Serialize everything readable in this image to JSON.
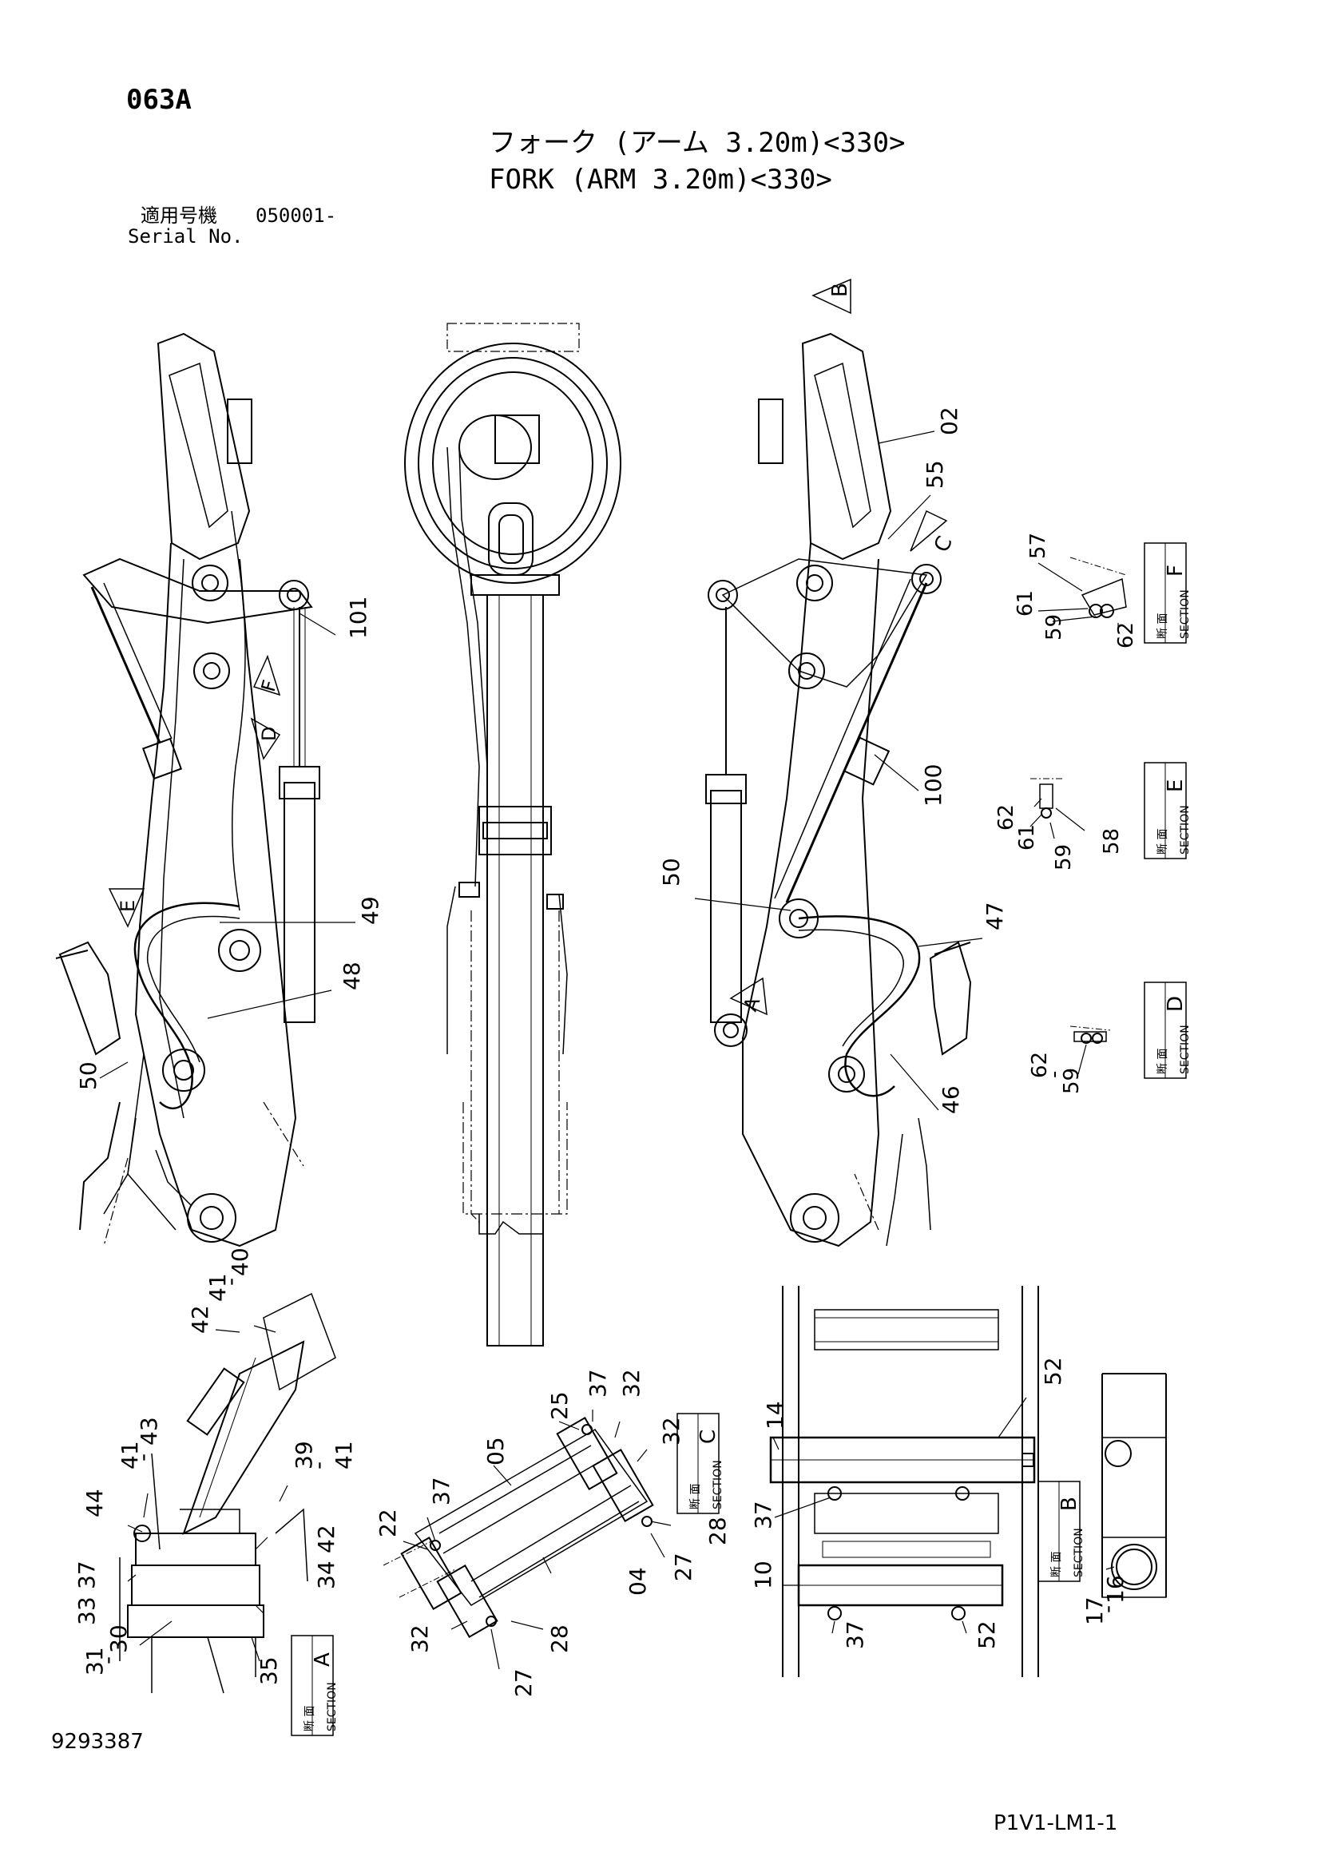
{
  "header": {
    "page_code": "063A",
    "title_jp": "フォーク (アーム 3.20m)<330>",
    "title_en": "FORK (ARM 3.20m)<330>",
    "serial_label_jp": "適用号機",
    "serial_value": "050001-",
    "serial_label_en": "Serial No."
  },
  "footer": {
    "document_number": "9293387",
    "page_reference": "P1V1-LM1-1"
  },
  "section_labels": {
    "jp": "断 面",
    "en": "SECTION",
    "A": "A",
    "B": "B",
    "C": "C",
    "D": "D",
    "E": "E",
    "F": "F"
  },
  "view_markers": [
    "A",
    "B",
    "C",
    "D",
    "E",
    "F"
  ],
  "part_callouts": {
    "left_view": [
      "101",
      "49",
      "48",
      "50"
    ],
    "right_view": [
      "02",
      "55",
      "100",
      "50",
      "47",
      "46"
    ],
    "section_f": [
      "57",
      "61",
      "59",
      "62"
    ],
    "section_e": [
      "62",
      "61",
      "59",
      "58"
    ],
    "section_d": [
      "62",
      "-",
      "59"
    ],
    "section_a": [
      "41",
      "-",
      "40",
      "42",
      "41",
      "-",
      "43",
      "39",
      "-",
      "41",
      "44",
      "42",
      "37",
      "33",
      "34",
      "31",
      "-",
      "30",
      "35"
    ],
    "section_c": [
      "05",
      "25",
      "37",
      "32",
      "32",
      "37",
      "22",
      "28",
      "27",
      "04",
      "32",
      "27",
      "28"
    ],
    "section_b_plan": [
      "52",
      "14",
      "37",
      "10",
      "37",
      "52"
    ],
    "section_b": [
      "17",
      "-",
      "16"
    ]
  },
  "colors": {
    "line": "#000000",
    "background": "#ffffff"
  }
}
